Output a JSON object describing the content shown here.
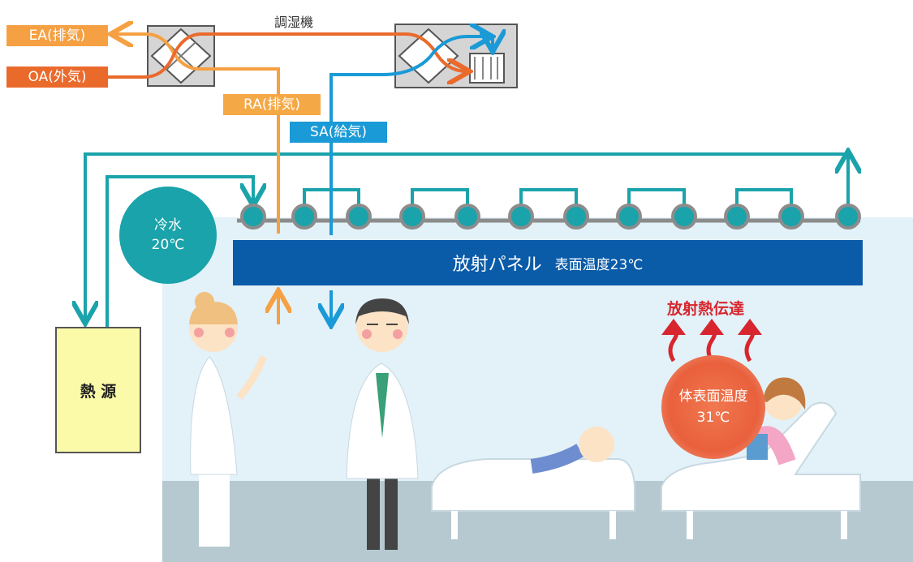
{
  "dehumidifier_label": "調湿機",
  "labels": {
    "ea": "EA(排気)",
    "oa": "OA(外気)",
    "ra": "RA(排気)",
    "sa": "SA(給気)"
  },
  "cold_water": {
    "line1": "冷水",
    "line2": "20℃"
  },
  "panel": {
    "title": "放射パネル",
    "sub": "表面温度23℃"
  },
  "heat_source": "熱 源",
  "radiant_transfer": "放射熱伝達",
  "body_temp": {
    "line1": "体表面温度",
    "line2": "31℃"
  },
  "colors": {
    "ea_orange": "#f5a042",
    "oa_red": "#ea6a2c",
    "ra_orange": "#f5a846",
    "sa_blue": "#1a9ad6",
    "pipe_teal": "#1aa3aa",
    "panel_blue": "#0a5ba8",
    "heat_source_yellow": "#fafaa8",
    "radiant_red": "#d7262e"
  }
}
